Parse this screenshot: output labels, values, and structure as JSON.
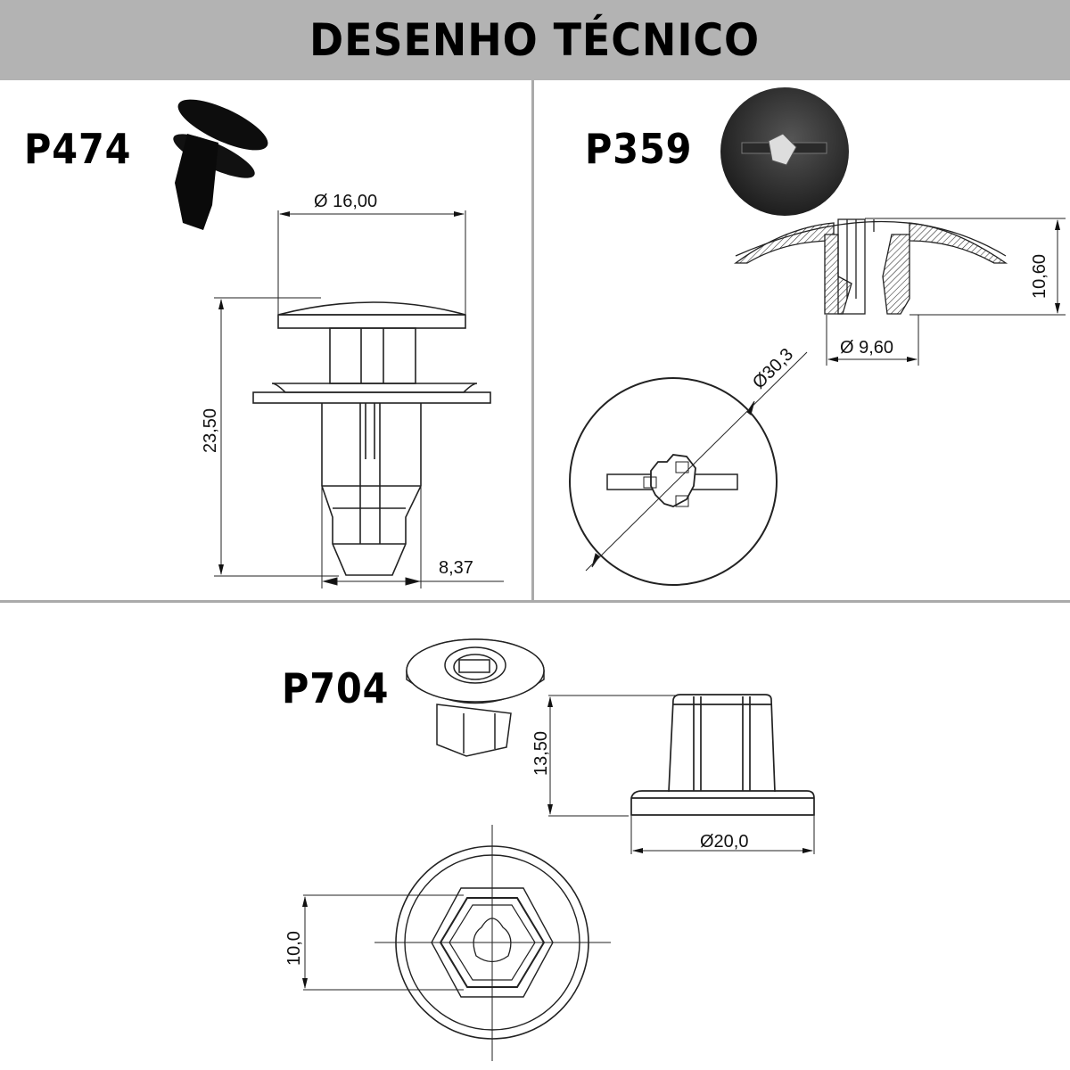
{
  "header": {
    "title": "DESENHO TÉCNICO",
    "background_color": "#b3b3b3"
  },
  "parts": [
    {
      "code": "P474",
      "dimensions": {
        "head_diameter": "Ø 16,00",
        "height": "23,50",
        "shank_width": "8,37"
      }
    },
    {
      "code": "P359",
      "dimensions": {
        "height": "10,60",
        "stem_diameter": "Ø 9,60",
        "head_diameter": "Ø30,3"
      }
    },
    {
      "code": "P704",
      "dimensions": {
        "height": "13,50",
        "flange_diameter": "Ø20,0",
        "hex_across_flats": "10,0"
      }
    }
  ]
}
